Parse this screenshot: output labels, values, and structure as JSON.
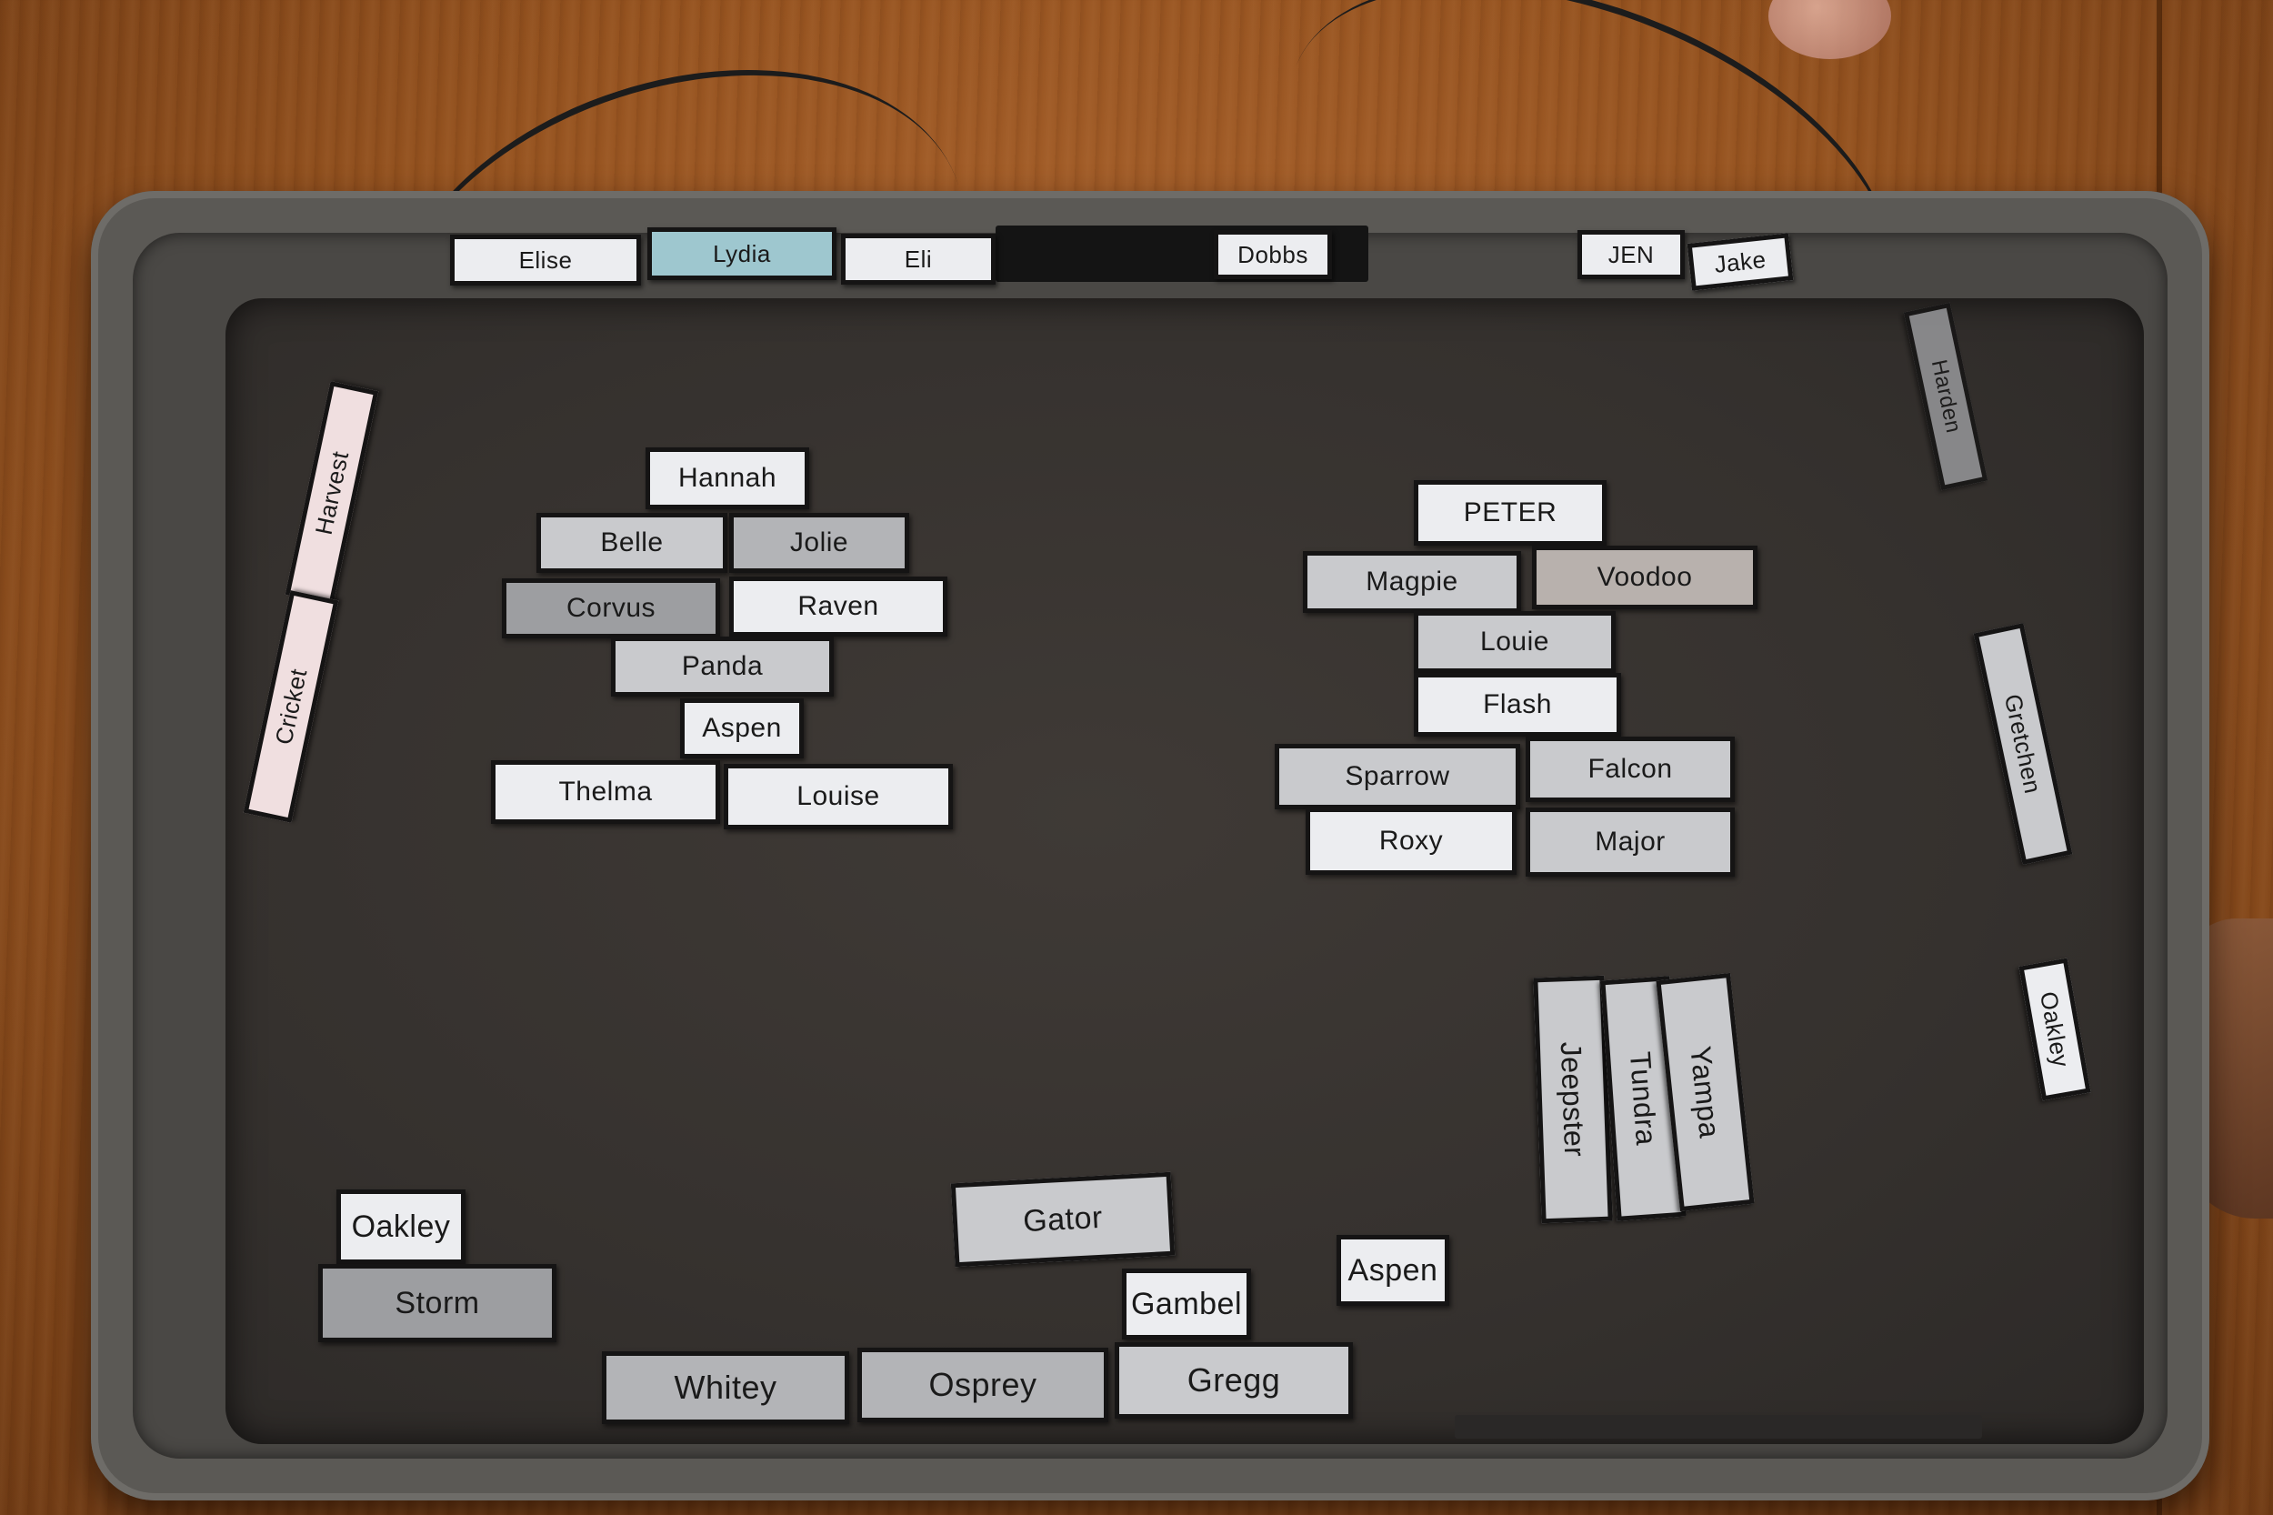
{
  "top_row": [
    "Elise",
    "Lydia",
    "Eli",
    "Dobbs",
    "JEN",
    "Jake"
  ],
  "left_side": [
    "Harvest",
    "Cricket"
  ],
  "right_side": [
    "Harden",
    "Gretchen",
    "Oakley"
  ],
  "left_cluster": [
    "Hannah",
    "Belle",
    "Jolie",
    "Corvus",
    "Raven",
    "Panda",
    "Aspen",
    "Thelma",
    "Louise"
  ],
  "right_cluster": [
    "PETER",
    "Magpie",
    "Voodoo",
    "Louie",
    "Flash",
    "Sparrow",
    "Falcon",
    "Roxy",
    "Major"
  ],
  "vertical_group": [
    "Jeepster",
    "Tundra",
    "Yampa"
  ],
  "bottom_left": [
    "Oakley",
    "Storm"
  ],
  "bottom_middle": [
    "Gator",
    "Gambel",
    "Aspen"
  ],
  "bottom_row": [
    "Whitey",
    "Osprey",
    "Gregg"
  ]
}
